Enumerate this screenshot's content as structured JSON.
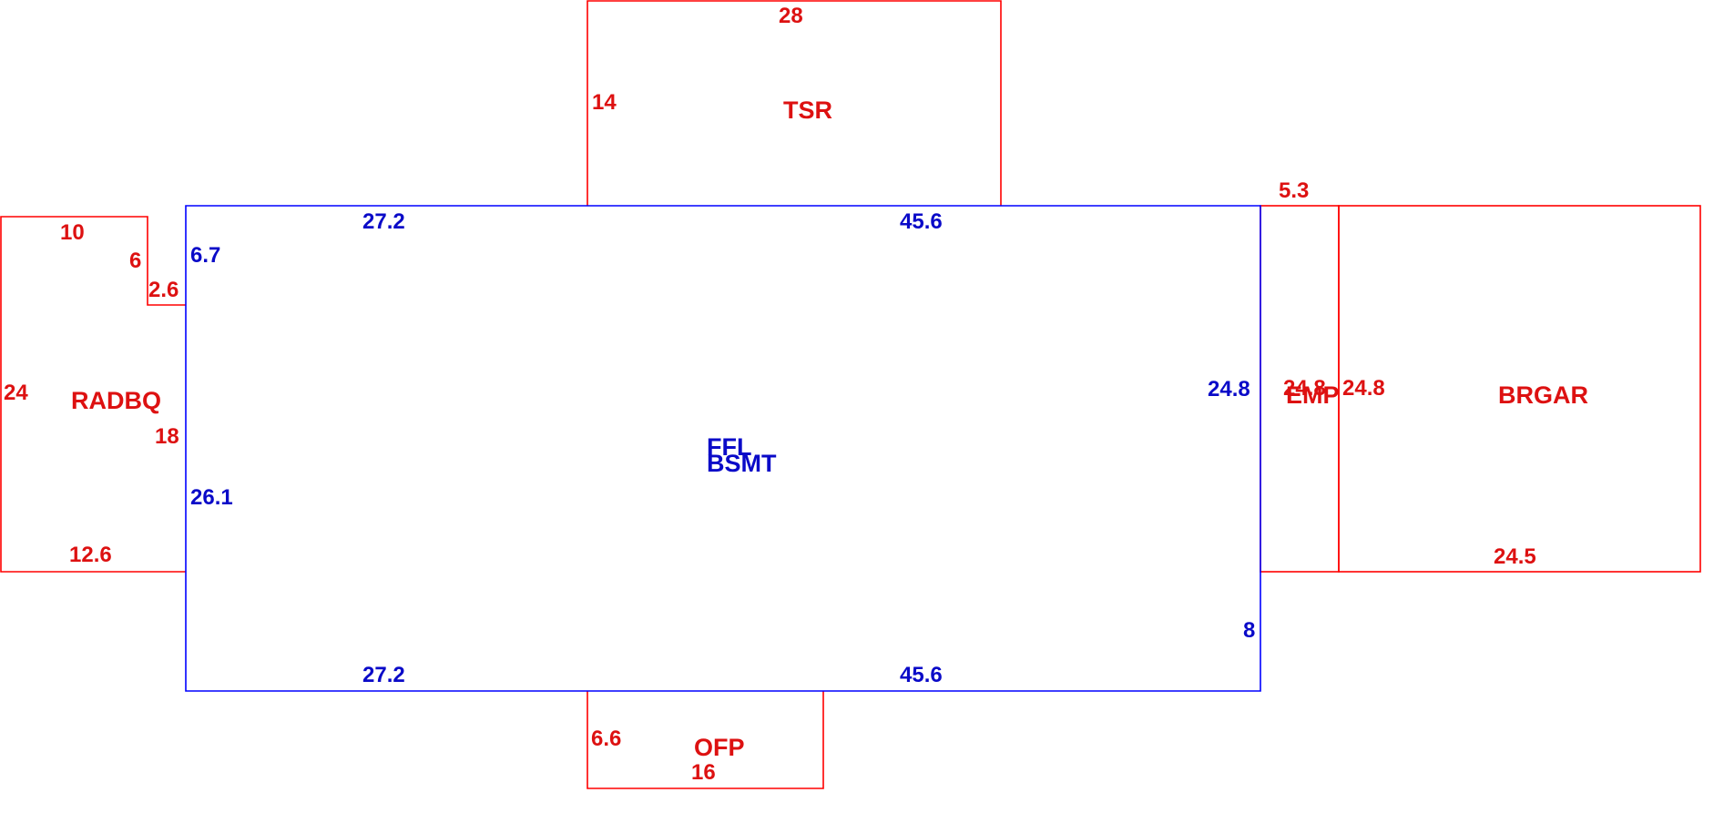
{
  "colors": {
    "main": "#0000ff",
    "addition": "#ff0000",
    "main_text": "#0a0ac8",
    "addition_text": "#dd1111"
  },
  "main_area": {
    "labels": [
      "FFL",
      "BSMT"
    ],
    "dims": {
      "top_left": "27.2",
      "top_right": "45.6",
      "bottom_left": "27.2",
      "bottom_right": "45.6",
      "left_upper": "6.7",
      "left_lower": "26.1",
      "right_upper": "24.8",
      "right_lower": "8"
    }
  },
  "tsr": {
    "label": "TSR",
    "dims": {
      "top": "28",
      "left": "14"
    }
  },
  "radbq": {
    "label": "RADBQ",
    "dims": {
      "top": "10",
      "notch_side": "6",
      "notch_top": "2.6",
      "left": "24",
      "right": "18",
      "bottom": "12.6"
    }
  },
  "emp": {
    "label": "EMP",
    "dims": {
      "top": "5.3",
      "left": "24.8"
    }
  },
  "brgar": {
    "label": "BRGAR",
    "dims": {
      "left": "24.8",
      "bottom": "24.5"
    }
  },
  "ofp": {
    "label": "OFP",
    "dims": {
      "left": "6.6",
      "bottom": "16"
    }
  }
}
